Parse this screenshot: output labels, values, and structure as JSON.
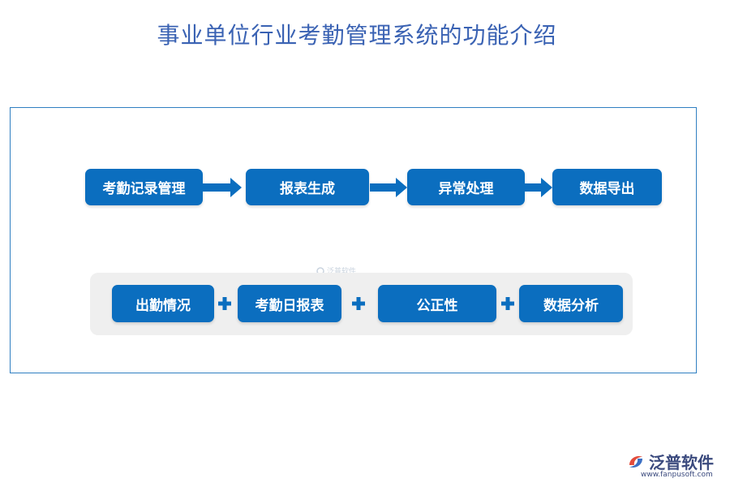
{
  "title": "事业单位行业考勤管理系统的功能介绍",
  "flow_row": {
    "steps": [
      "考勤记录管理",
      "报表生成",
      "异常处理",
      "数据导出"
    ]
  },
  "feature_row": {
    "items": [
      "出勤情况",
      "考勤日报表",
      "公正性",
      "数据分析"
    ]
  },
  "watermark": {
    "text": "泛普软件"
  },
  "logo": {
    "name": "泛普软件",
    "url": "www.fanpusoft.com"
  },
  "colors": {
    "box": "#0b6ebf",
    "title": "#3a62b3",
    "frame": "#2f7fc1",
    "panel": "#efefef"
  }
}
